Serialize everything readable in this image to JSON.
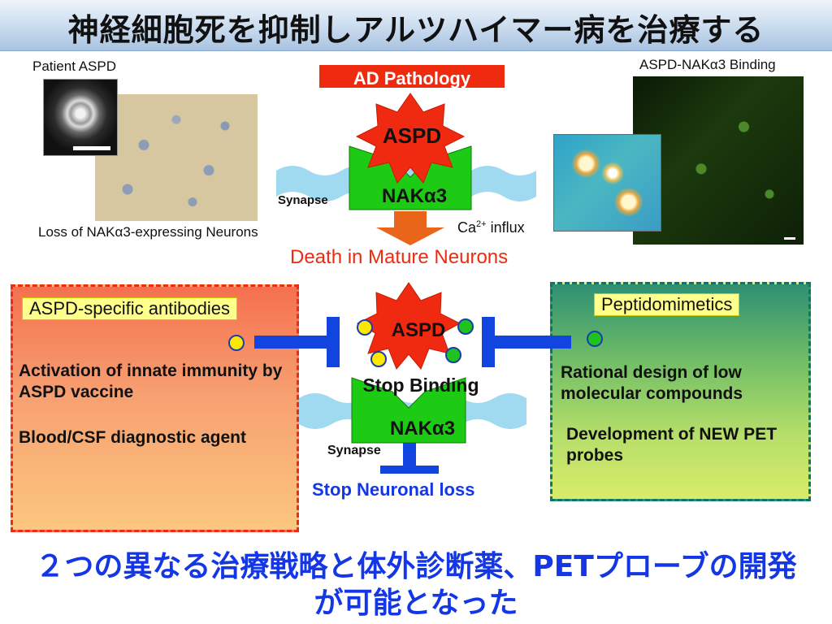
{
  "title": "神経細胞死を抑制しアルツハイマー病を治療する",
  "top_left": {
    "patient_label": "Patient ASPD",
    "neuron_loss_label": "Loss of NAKα3-expressing Neurons"
  },
  "top_center": {
    "ad_pathology": "AD Pathology",
    "aspd": "ASPD",
    "nak": "NAKα3",
    "synapse": "Synapse",
    "ca_influx_base": "Ca",
    "ca_influx_sup": "2+",
    "ca_influx_rest": " influx",
    "death": "Death in Mature Neurons"
  },
  "top_right": {
    "binding_label": "ASPD-NAKα3 Binding"
  },
  "left_panel": {
    "heading": "ASPD-specific antibodies",
    "item1": "Activation of innate immunity by ASPD vaccine",
    "item2": "Blood/CSF diagnostic agent"
  },
  "center_bottom": {
    "aspd": "ASPD",
    "stop_binding": "Stop Binding",
    "nak": "NAKα3",
    "synapse": "Synapse",
    "stop_loss": "Stop Neuronal loss"
  },
  "right_panel": {
    "heading": "Peptidomimetics",
    "item1": "Rational design of low molecular compounds",
    "item2": "Development of NEW PET probes"
  },
  "conclusion": {
    "line1": "２つの異なる治療戦略と体外診断薬、PETプローブの開発",
    "line2": "が可能となった"
  },
  "colors": {
    "accent_red": "#ee2a0f",
    "accent_blue": "#1437e6",
    "green_receptor": "#1ecb14",
    "star_red": "#f02a10"
  }
}
